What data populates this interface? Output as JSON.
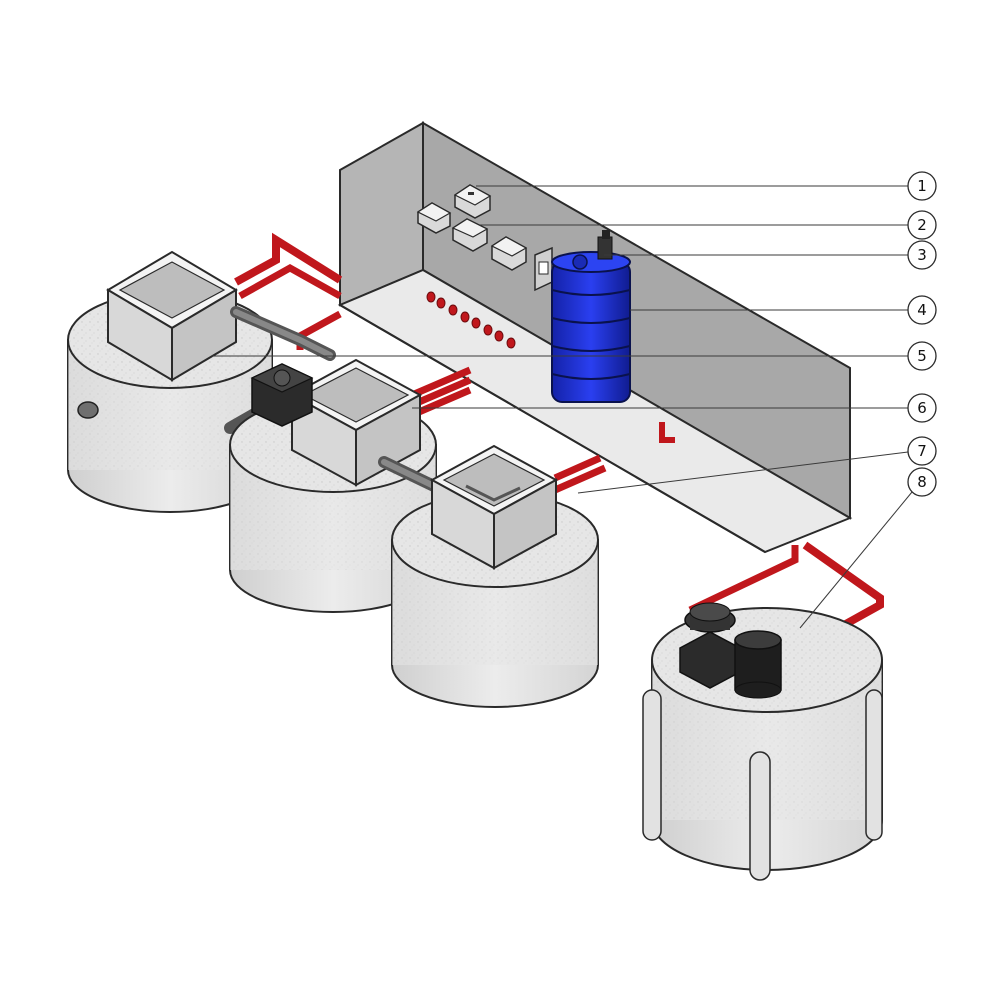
{
  "callouts": [
    {
      "number": "1"
    },
    {
      "number": "2"
    },
    {
      "number": "3"
    },
    {
      "number": "4"
    },
    {
      "number": "5"
    },
    {
      "number": "6"
    },
    {
      "number": "7"
    },
    {
      "number": "8"
    }
  ],
  "colors": {
    "pipe_red": "#c0171c",
    "pipe_red_dark": "#8e0f12",
    "blue_tank": "#1e2fd6",
    "blue_tank_dark": "#0f1b8a",
    "concrete": "#e3e3e3",
    "concrete_shade": "#cfcfcf",
    "housing_wall": "#a9a9a9",
    "housing_floor": "#e9e9e9",
    "outline": "#2a2a2a"
  }
}
